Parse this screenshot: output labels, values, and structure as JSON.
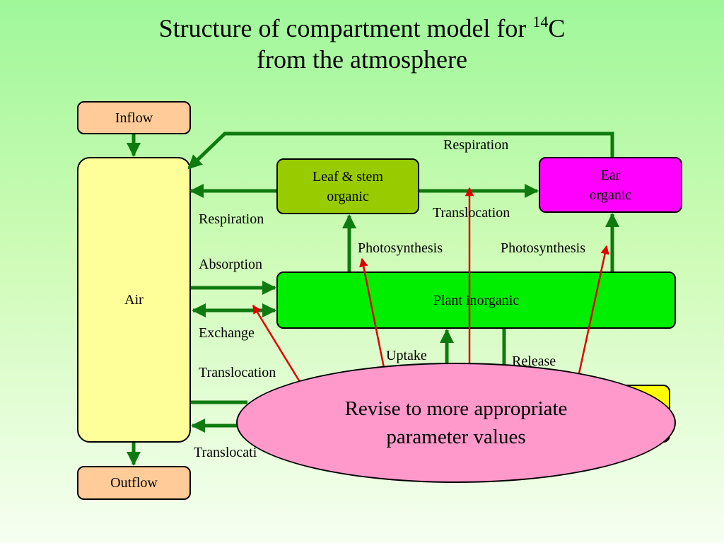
{
  "title": {
    "line1_prefix": "Structure of compartment model for ",
    "superscript": "14",
    "line1_suffix": "C",
    "line2": "from the atmosphere"
  },
  "compartments": {
    "inflow": "Inflow",
    "outflow": "Outflow",
    "air": "Air",
    "leaf_stem": "Leaf & stem\norganic",
    "ear": "Ear\norganic",
    "plant_inorganic": "Plant inorganic"
  },
  "flow_labels": {
    "respiration_top": "Respiration",
    "respiration_left": "Respiration",
    "translocation_top": "Translocation",
    "photosynthesis_left": "Photosynthesis",
    "photosynthesis_right": "Photosynthesis",
    "absorption": "Absorption",
    "exchange": "Exchange",
    "translocation_mid": "Translocation",
    "uptake": "Uptake",
    "release": "Release",
    "translocation_bottom": "Translocati"
  },
  "callout": {
    "text": "Revise to more appropriate\nparameter values"
  },
  "colors": {
    "flow_arrow": "#0f7a0f",
    "callout_arrow": "#e00000",
    "inflow_outflow_fill": "#ffcc99",
    "air_fill": "#ffff99",
    "leaf_stem_fill": "#99cc00",
    "ear_fill": "#ff00ff",
    "plant_inorganic_fill": "#00ee00",
    "hidden_box_fill": "#ffff00",
    "callout_fill": "#ff99cc"
  }
}
